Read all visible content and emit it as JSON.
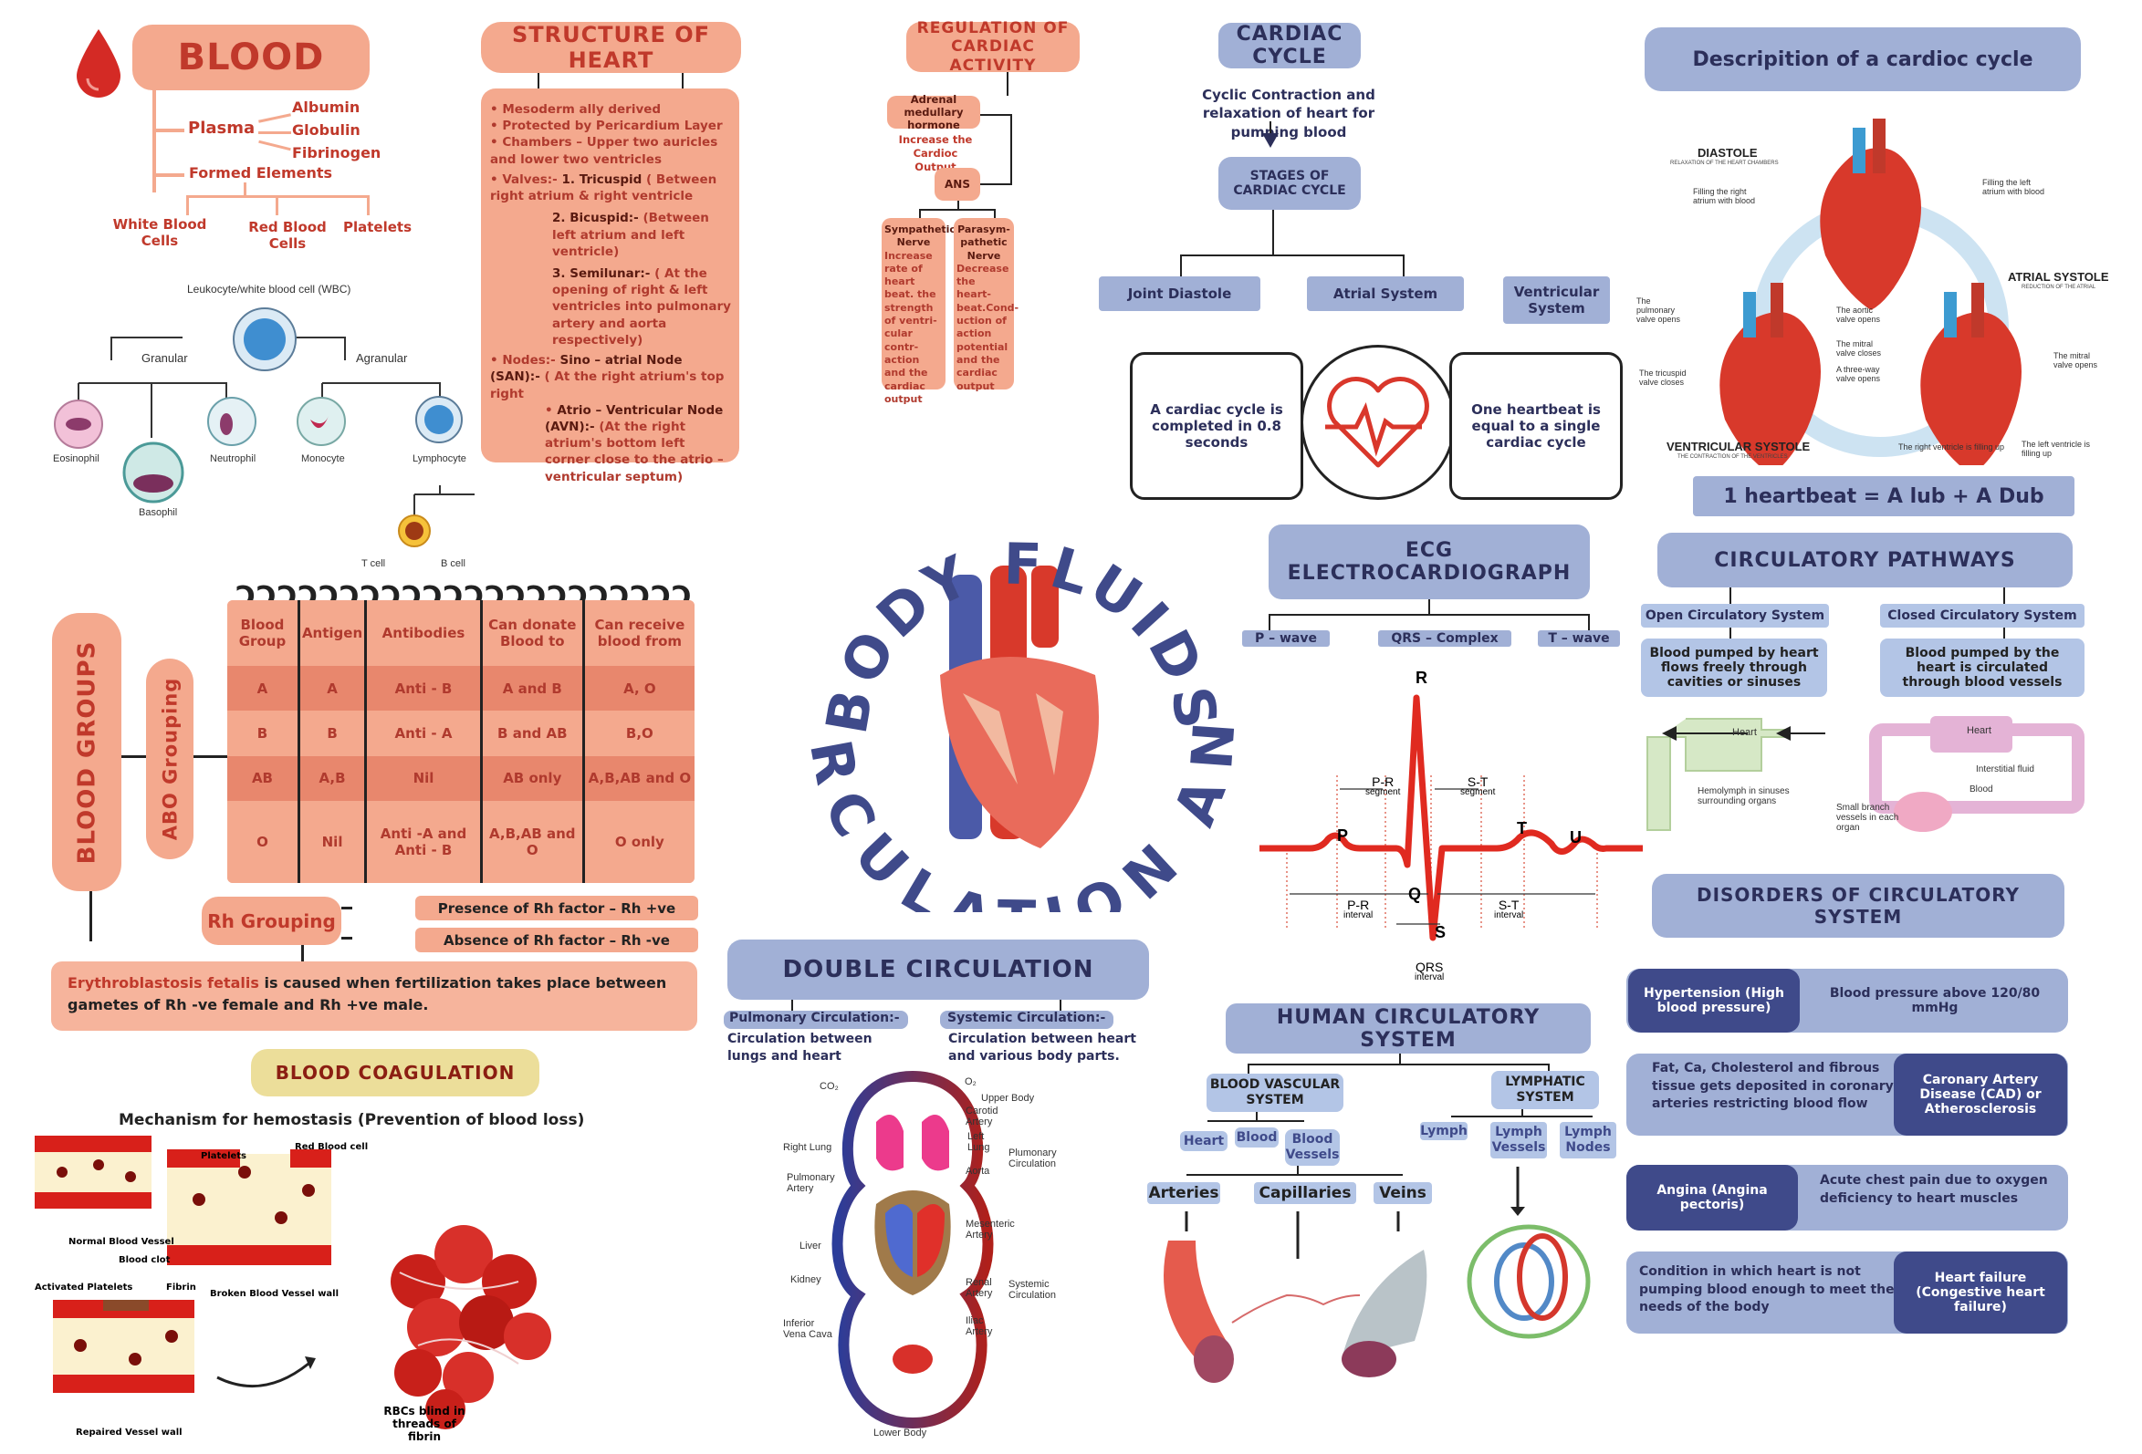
{
  "center_title": {
    "words": [
      "BODY",
      "FLUIDS",
      "AND",
      "CIRCULATION"
    ],
    "full": "BODY FLUIDS AND CIRCULATION"
  },
  "blood": {
    "title": "BLOOD",
    "plasma": "Plasma",
    "plasma_items": [
      "Albumin",
      "Globulin",
      "Fibrinogen"
    ],
    "formed_elements": "Formed Elements",
    "formed_items": [
      "White Blood Cells",
      "Red Blood Cells",
      "Platelets"
    ],
    "wbc_diagram": {
      "title": "Leukocyte/white blood cell (WBC)",
      "granular": "Granular",
      "agranular": "Agranular",
      "granular_cells": [
        "Eosinophil",
        "Basophil",
        "Neutrophil"
      ],
      "agranular_cells": [
        "Monocyte",
        "Lymphocyte"
      ],
      "lymphocyte_types": [
        "T cell",
        "B cell"
      ]
    }
  },
  "structure_of_heart": {
    "title": "STRUCTURE OF HEART",
    "points": [
      "Mesoderm ally derived",
      "Protected by Pericardium Layer",
      "Chambers – Upper two auricles and lower two ventricles"
    ],
    "valves_label": "Valves:-",
    "valves": [
      {
        "name": "1. Tricuspid",
        "desc": "( Between right atrium & right ventricle"
      },
      {
        "name": "2. Bicuspid:-",
        "desc": "(Between left atrium and left ventricle)"
      },
      {
        "name": "3. Semilunar:-",
        "desc": "( At the opening of right & left ventricles into pulmonary artery and aorta respectively)"
      }
    ],
    "nodes_label": "Nodes:-",
    "nodes": [
      {
        "name": "Sino – atrial Node (SAN):-",
        "desc": "( At the right atrium's top right"
      },
      {
        "name": "Atrio – Ventricular Node (AVN):-",
        "desc": "(At the right atrium's bottom left corner close to the atrio – ventricular septum)"
      }
    ]
  },
  "regulation": {
    "title": "REGULATION OF CARDIAC ACTIVITY",
    "adrenal": "Adrenal medullary hormone",
    "adrenal_effect": "Increase the Cardioc Output",
    "ans": "ANS",
    "sympathetic": {
      "title": "Sympathetic Nerve",
      "desc": "Increase rate of heart beat. the strength of ventri-cular contr-action and the cardiac output"
    },
    "parasympathetic": {
      "title": "Parasym-pathetic Nerve",
      "desc": "Decrease the heart-beat.Cond-uction of action potential and the cardiac output"
    }
  },
  "cardiac_cycle": {
    "title": "CARDIAC CYCLE",
    "definition": "Cyclic Contraction and relaxation of heart for pumping blood",
    "stages_title": "STAGES OF CARDIAC CYCLE",
    "stages": [
      "Joint Diastole",
      "Atrial System",
      "Ventricular System"
    ],
    "fact_left": "A cardiac cycle is completed in 0.8 seconds",
    "fact_right": "One heartbeat is equal to a single cardiac cycle"
  },
  "description_cycle": {
    "title": "Descripition of a cardioc cycle",
    "phases": [
      {
        "name": "DIASTOLE",
        "sub": "RELAXATION OF THE HEART CHAMBERS"
      },
      {
        "name": "ATRIAL SYSTOLE",
        "sub": "REDUCTION OF THE ATRIAL"
      },
      {
        "name": "VENTRICULAR SYSTOLE",
        "sub": "THE CONTRACTION OF THE VENTRICLES"
      }
    ],
    "labels": [
      "Filling the right atrium with blood",
      "Filling the left atrium with blood",
      "The pulmonary valve opens",
      "The aortic valve opens",
      "The mitral valve closes",
      "A three-way valve opens",
      "The tricuspid valve closes",
      "The mitral valve opens",
      "The right ventricle is filling up",
      "The left ventricle is filling up"
    ],
    "heartbeat": "1 heartbeat = A lub + A Dub"
  },
  "circulatory_pathways": {
    "title": "CIRCULATORY PATHWAYS",
    "open": {
      "title": "Open Circulatory System",
      "desc": "Blood pumped by heart flows freely through cavities or sinuses",
      "labels": [
        "Heart",
        "Hemolymph in sinuses surrounding organs"
      ]
    },
    "closed": {
      "title": "Closed Circulatory System",
      "desc": "Blood pumped by the heart is circulated through blood vessels",
      "labels": [
        "Heart",
        "Interstitial fluid",
        "Blood",
        "Small branch vessels in each organ"
      ]
    }
  },
  "blood_groups": {
    "title": "BLOOD GROUPS",
    "abo": "ABO Grouping",
    "table": {
      "headers": [
        "Blood Group",
        "Antigen",
        "Antibodies",
        "Can donate Blood to",
        "Can receive blood from"
      ],
      "rows": [
        [
          "A",
          "A",
          "Anti - B",
          "A and B",
          "A, O"
        ],
        [
          "B",
          "B",
          "Anti - A",
          "B and AB",
          "B,O"
        ],
        [
          "AB",
          "A,B",
          "Nil",
          "AB only",
          "A,B,AB and O"
        ],
        [
          "O",
          "Nil",
          "Anti -A and Anti - B",
          "A,B,AB and O",
          "O only"
        ]
      ]
    },
    "rh": "Rh Grouping",
    "rh_pos": "Presence of Rh factor – Rh +ve",
    "rh_neg": "Absence of Rh factor – Rh -ve",
    "erythro_term": "Erythroblastosis fetalis",
    "erythro_text": "is caused when fertilization takes place between gametes of Rh -ve female and Rh +ve male."
  },
  "ecg": {
    "title_line1": "ECG",
    "title_line2": "ELECTROCARDIOGRAPH",
    "waves": [
      "P – wave",
      "QRS – Complex",
      "T – wave"
    ],
    "peaks": [
      "P",
      "Q",
      "R",
      "S",
      "T",
      "U"
    ],
    "segments": [
      {
        "name": "P-R",
        "sub": "segment"
      },
      {
        "name": "S-T",
        "sub": "segment"
      }
    ],
    "intervals": [
      {
        "name": "P-R",
        "sub": "interval"
      },
      {
        "name": "QRS",
        "sub": "interval"
      },
      {
        "name": "S-T",
        "sub": "interval"
      }
    ]
  },
  "double_circulation": {
    "title": "DOUBLE CIRCULATION",
    "pulmonary": {
      "title": "Pulmonary Circulation:-",
      "desc": "Circulation between lungs and heart"
    },
    "systemic": {
      "title": "Systemic Circulation:-",
      "desc": "Circulation between heart and various body parts."
    },
    "labels_left": [
      "CO₂",
      "Right Lung",
      "Pulmonary Artery",
      "Liver",
      "Kidney",
      "Inferior Vena Cava",
      "Lower Body"
    ],
    "labels_right": [
      "O₂",
      "Upper Body",
      "Carotid Artery",
      "Left Lung",
      "Aorta",
      "Mesenteric Artery",
      "Renal Artery",
      "Iliac Artery"
    ],
    "group_labels": [
      "Plumonary Circulation",
      "Systemic Circulation"
    ]
  },
  "human_circulatory": {
    "title": "HUMAN CIRCULATORY SYSTEM",
    "bvs": "BLOOD VASCULAR SYSTEM",
    "bvs_items": [
      "Heart",
      "Blood",
      "Blood Vessels"
    ],
    "vessels": [
      "Arteries",
      "Capillaries",
      "Veins"
    ],
    "lymphatic": "LYMPHATIC SYSTEM",
    "lymph_items": [
      "Lymph",
      "Lymph Vessels",
      "Lymph Nodes"
    ]
  },
  "disorders": {
    "title": "DISORDERS  OF CIRCULATORY SYSTEM",
    "items": [
      {
        "name": "Hypertension (High blood pressure)",
        "desc": "Blood pressure above 120/80 mmHg",
        "name_side": "left"
      },
      {
        "name": "Caronary Artery Disease (CAD) or Atherosclerosis",
        "desc": "Fat, Ca, Cholesterol and fibrous tissue gets deposited in coronary arteries restricting blood flow",
        "name_side": "right"
      },
      {
        "name": "Angina (Angina pectoris)",
        "desc": "Acute chest pain due to oxygen deficiency to heart muscles",
        "name_side": "left"
      },
      {
        "name": "Heart failure (Congestive heart failure)",
        "desc": "Condition in which heart is not pumping blood enough to meet the needs of the body",
        "name_side": "right"
      }
    ]
  },
  "coagulation": {
    "title": "BLOOD COAGULATION",
    "subtitle": "Mechanism for hemostasis (Prevention of blood loss)",
    "labels": [
      "Normal Blood Vessel",
      "Platelets",
      "Red Blood cell",
      "Broken Blood Vessel wall",
      "Blood clot",
      "Activated Platelets",
      "Fibrin",
      "Repaired Vessel wall",
      "RBCs blind in threads of fibrin"
    ]
  },
  "colors": {
    "peach": "#f4a98e",
    "red": "#c0392b",
    "navy": "#2c2f5a",
    "blue": "#a1b0d6",
    "dark_navy": "#3f4a8a"
  }
}
